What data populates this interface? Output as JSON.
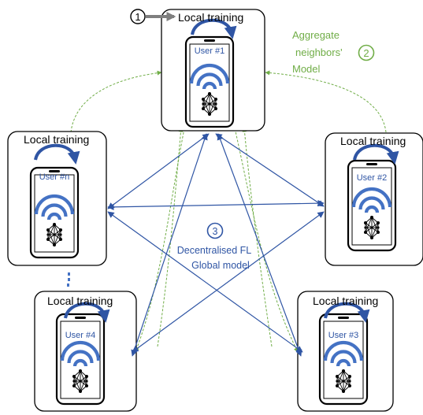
{
  "nodes": {
    "top": {
      "title": "Local training",
      "user": "User #1"
    },
    "left": {
      "title": "Local training",
      "user": "User #n"
    },
    "right": {
      "title": "Local training",
      "user": "User #2"
    },
    "bl": {
      "title": "Local training",
      "user": "User #4"
    },
    "br": {
      "title": "Local training",
      "user": "User #3"
    }
  },
  "steps": {
    "step1": {
      "number": "1"
    },
    "step2": {
      "number": "2",
      "text_lines": [
        "Aggregate",
        "neighbors'",
        "Model"
      ]
    },
    "step3": {
      "number": "3",
      "text_lines": [
        "Decentralised FL",
        "Global model"
      ]
    }
  },
  "colors": {
    "links": "#2f55a4",
    "aggregation": "#70ad47",
    "signal": "#4472c4"
  },
  "icons": {
    "signal": "wifi-signal-icon",
    "model": "neural-network-icon",
    "training": "circular-arrow-icon"
  }
}
